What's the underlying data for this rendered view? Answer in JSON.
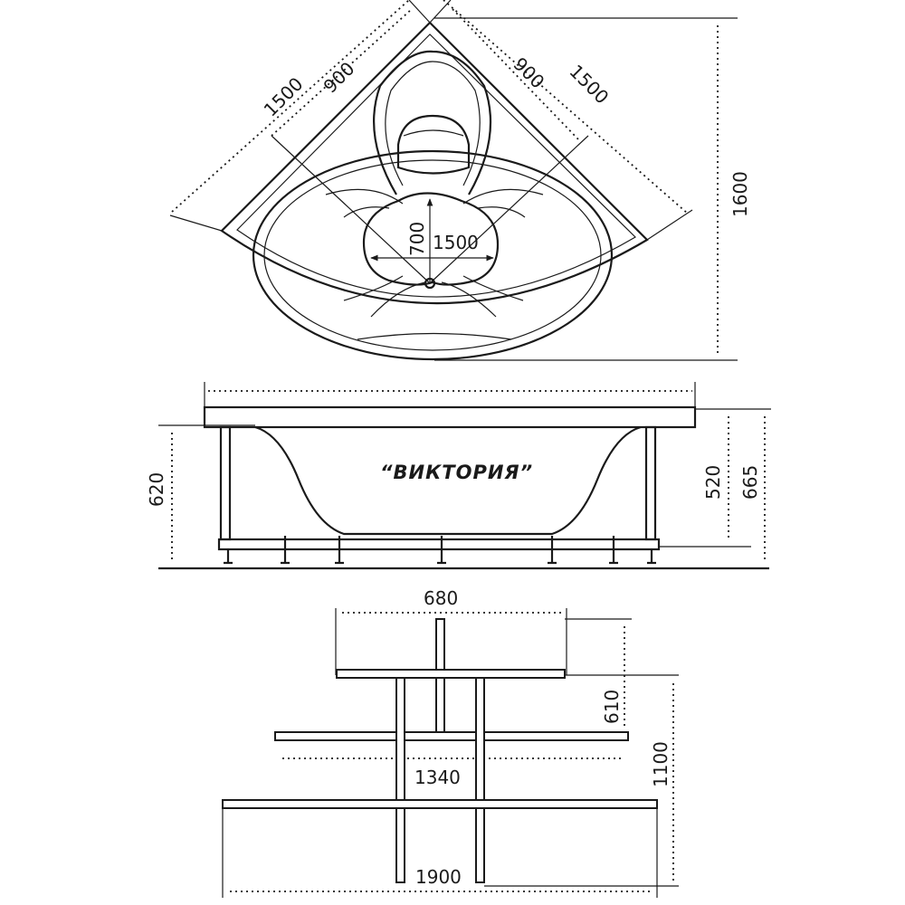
{
  "drawing": {
    "top_view": {
      "dim_side_left": "1500",
      "dim_inner_left": "900",
      "dim_inner_right": "900",
      "dim_side_right": "1500",
      "dim_depth": "1600",
      "dim_inner_depth": "700",
      "dim_inner_width": "1500"
    },
    "side_view": {
      "title": "“ВИКТОРИЯ”",
      "dim_left_height": "620",
      "dim_right_inner": "520",
      "dim_right_outer": "665"
    },
    "frame_view": {
      "dim_top_width": "680",
      "dim_top_depth": "610",
      "dim_middle_width": "1340",
      "dim_total_depth": "1100",
      "dim_bottom_width": "1900"
    }
  }
}
